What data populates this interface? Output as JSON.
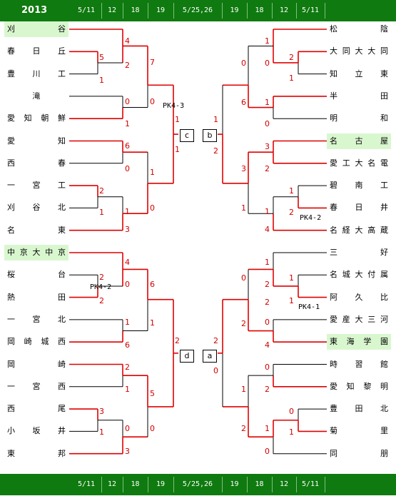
{
  "header": {
    "year": "2013",
    "dates": [
      "5/11",
      "12",
      "18",
      "19",
      "5/25,26",
      "19",
      "18",
      "12",
      "5/11"
    ]
  },
  "footer": {
    "dates": [
      "5/11",
      "12",
      "18",
      "19",
      "5/25,26",
      "19",
      "18",
      "12",
      "5/11"
    ]
  },
  "left_teams": [
    "刈谷",
    "春日丘",
    "豊川工",
    "滝",
    "愛知朝鮮",
    "愛知",
    "西春",
    "一宮工",
    "刈谷北",
    "名東",
    "中京大中京",
    "桜台",
    "熱田",
    "一宮北",
    "岡崎城西",
    "岡崎",
    "一宮西",
    "西尾",
    "小坂井",
    "東邦"
  ],
  "right_teams": [
    "松陰",
    "大同大大同",
    "知立東",
    "半田",
    "明和",
    "名古屋",
    "愛工大名電",
    "碧南工",
    "春日井",
    "名経大高蔵",
    "三好",
    "名城大付属",
    "阿久比",
    "愛産大三河",
    "東海学園",
    "時習館",
    "愛知黎明",
    "豊田北",
    "菊里",
    "同朋"
  ],
  "highlights": {
    "left": [
      0,
      10
    ],
    "right": [
      5,
      14
    ]
  },
  "scores": [
    "4",
    "5",
    "2",
    "1",
    "7",
    "0",
    "1",
    "1",
    "6",
    "0",
    "1",
    "2",
    "1",
    "1",
    "0",
    "3",
    "PK4-3",
    "1",
    "4",
    "2",
    "0",
    "2",
    "6",
    "1",
    "1",
    "6",
    "2",
    "5",
    "3",
    "1",
    "0",
    "0",
    "3",
    "2",
    "1",
    "1",
    "0",
    "0",
    "2",
    "1",
    "1",
    "6",
    "0",
    "1",
    "1",
    "1",
    "0",
    "3",
    "3",
    "2",
    "2",
    "1",
    "1",
    "1",
    "4",
    "1",
    "2",
    "0",
    "1",
    "1",
    "2",
    "2",
    "2",
    "0",
    "4",
    "1",
    "0",
    "0",
    "2",
    "2",
    "0",
    "1",
    "1",
    "0",
    "PK4-2",
    "PK4-2",
    "PK4-1"
  ],
  "score_list": [
    {
      "t": "4"
    },
    {
      "t": "5"
    },
    {
      "t": "2"
    },
    {
      "t": "1"
    },
    {
      "t": "7"
    },
    {
      "t": "0"
    },
    {
      "t": "0"
    },
    {
      "t": "1"
    },
    {
      "t": "1"
    },
    {
      "t": "1"
    },
    {
      "t": "6"
    },
    {
      "t": "0"
    },
    {
      "t": "1"
    },
    {
      "t": "2"
    },
    {
      "t": "1"
    },
    {
      "t": "1"
    },
    {
      "t": "0"
    },
    {
      "t": "3"
    },
    {
      "t": "4"
    },
    {
      "t": "2"
    },
    {
      "t": "0"
    },
    {
      "t": "2"
    },
    {
      "t": "6"
    },
    {
      "t": "1"
    },
    {
      "t": "1"
    },
    {
      "t": "6"
    },
    {
      "t": "2"
    },
    {
      "t": "2"
    },
    {
      "t": "1"
    },
    {
      "t": "5"
    },
    {
      "t": "3"
    },
    {
      "t": "1"
    },
    {
      "t": "0"
    },
    {
      "t": "0"
    },
    {
      "t": "3"
    },
    {
      "t": "1"
    },
    {
      "t": "2"
    },
    {
      "t": "0"
    },
    {
      "t": "1"
    },
    {
      "t": "0"
    },
    {
      "t": "6"
    },
    {
      "t": "1"
    },
    {
      "t": "0"
    },
    {
      "t": "1"
    },
    {
      "t": "2"
    },
    {
      "t": "3"
    },
    {
      "t": "2"
    },
    {
      "t": "3"
    },
    {
      "t": "1"
    },
    {
      "t": "2"
    },
    {
      "t": "1"
    },
    {
      "t": "1"
    },
    {
      "t": "4"
    },
    {
      "t": "1"
    },
    {
      "t": "0"
    },
    {
      "t": "2"
    },
    {
      "t": "1"
    },
    {
      "t": "1"
    },
    {
      "t": "2"
    },
    {
      "t": "2"
    },
    {
      "t": "0"
    },
    {
      "t": "4"
    },
    {
      "t": "2"
    },
    {
      "t": "0"
    },
    {
      "t": "0"
    },
    {
      "t": "2"
    },
    {
      "t": "1"
    },
    {
      "t": "0"
    },
    {
      "t": "2"
    },
    {
      "t": "1"
    },
    {
      "t": "1"
    },
    {
      "t": "0"
    }
  ],
  "pk_labels": [
    "PK4-3",
    "PK4-2",
    "PK4-2",
    "PK4-1"
  ],
  "boxes": [
    "c",
    "b",
    "d",
    "a"
  ],
  "colors": {
    "win_line": "#e00000",
    "lose_line": "#000000",
    "score": "#d00000",
    "bar": "#0f7a0f",
    "highlight": "#d9f7cf"
  }
}
